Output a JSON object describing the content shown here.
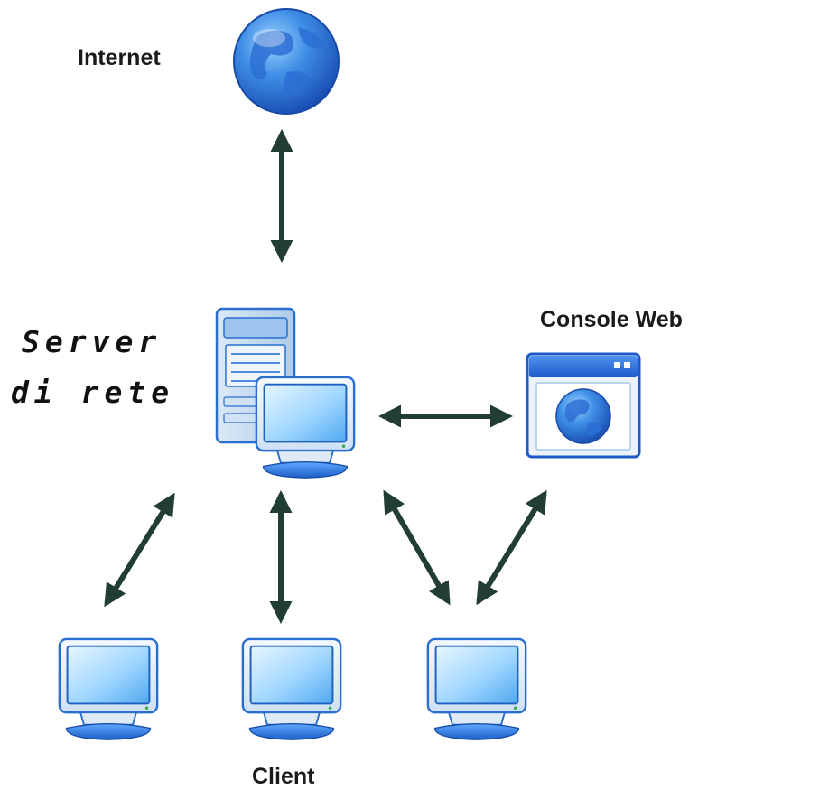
{
  "labels": {
    "internet": "Internet",
    "server_line1": "Server",
    "server_line2": "di rete",
    "console": "Console Web",
    "client": "Client"
  },
  "nodes": [
    {
      "id": "internet",
      "icon": "globe-icon"
    },
    {
      "id": "server",
      "icon": "server-workstation-icon"
    },
    {
      "id": "console",
      "icon": "web-console-window-icon"
    },
    {
      "id": "client-1",
      "icon": "monitor-icon"
    },
    {
      "id": "client-2",
      "icon": "monitor-icon"
    },
    {
      "id": "client-3",
      "icon": "monitor-icon"
    }
  ],
  "connections": [
    {
      "from": "internet",
      "to": "server",
      "type": "bidirectional"
    },
    {
      "from": "server",
      "to": "console",
      "type": "bidirectional"
    },
    {
      "from": "server",
      "to": "client-1",
      "type": "bidirectional"
    },
    {
      "from": "server",
      "to": "client-2",
      "type": "bidirectional"
    },
    {
      "from": "server",
      "to": "client-3",
      "type": "bidirectional"
    },
    {
      "from": "console",
      "to": "client-3",
      "type": "bidirectional"
    }
  ],
  "colors": {
    "arrow": "#223d33",
    "icon_blue": "#2f7fd8",
    "screen_light": "#bfe6ff",
    "label": "#1a1a1a"
  }
}
